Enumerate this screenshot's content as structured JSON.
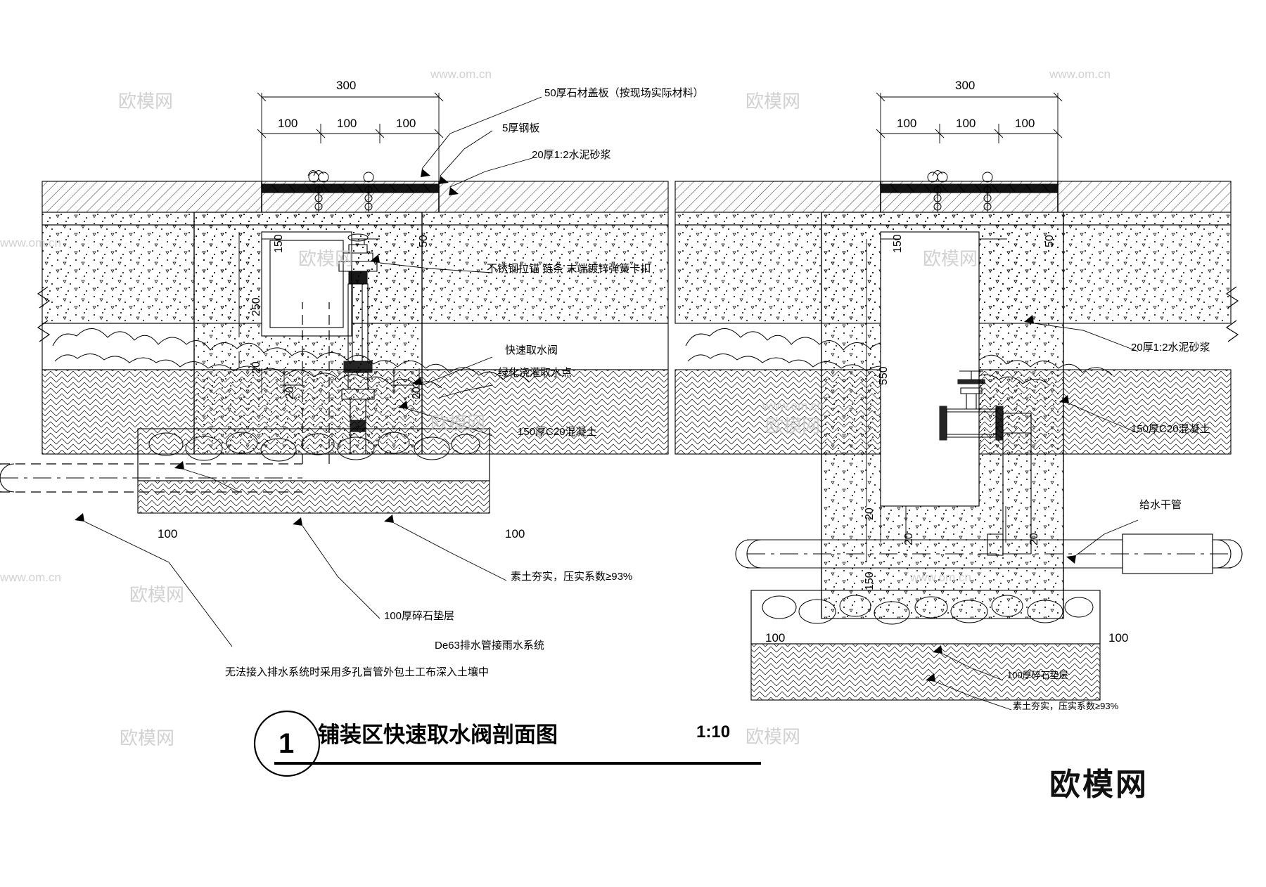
{
  "drawing": {
    "title": "铺装区快速取水阀剖面图",
    "scale": "1:10",
    "marker": "1"
  },
  "dimensions": {
    "left_top_total": "300",
    "left_top_parts": [
      "100",
      "100",
      "100"
    ],
    "right_top_total": "300",
    "right_top_parts": [
      "100",
      "100",
      "100"
    ],
    "left_150": "150",
    "left_50": "50",
    "left_250": "250",
    "left_20a": "20",
    "left_20b": "20",
    "left_20c": "20",
    "left_100a": "100",
    "left_100b": "100",
    "right_150_top": "150",
    "right_50": "50",
    "right_550": "550",
    "right_20a": "20",
    "right_20b": "20",
    "right_20c": "20",
    "right_150_low": "150",
    "right_100a": "100",
    "right_100b": "100"
  },
  "annotations": {
    "cover_plate": "50厚石材盖板（按现场实际材料）",
    "steel_plate": "5厚钢板",
    "mortar_top": "20厚1:2水泥砂浆",
    "anchor": "不锈钢拉锚 链条 末端镀锌弹簧卡扣",
    "valve_left_1": "快速取水阀",
    "valve_left_2": "绿化浇灌取水点",
    "concrete_left": "150厚C20混凝土",
    "mortar_right": "20厚1:2水泥砂浆",
    "concrete_right": "150厚C20混凝土",
    "main_pipe": "给水干管",
    "compacted_soil_left": "素土夯实，压实系数≥93%",
    "gravel_left": "100厚碎石垫层",
    "drain_note_1": "De63排水管接雨水系统",
    "drain_note_2": "无法接入排水系统时采用多孔盲管外包土工布深入土壤中",
    "gravel_right": "100厚碎石垫层",
    "compacted_soil_right": "素土夯实，压实系数≥93%"
  },
  "watermarks": {
    "url": "www.om.cn",
    "site": "欧模网",
    "logo": "欧模网"
  }
}
